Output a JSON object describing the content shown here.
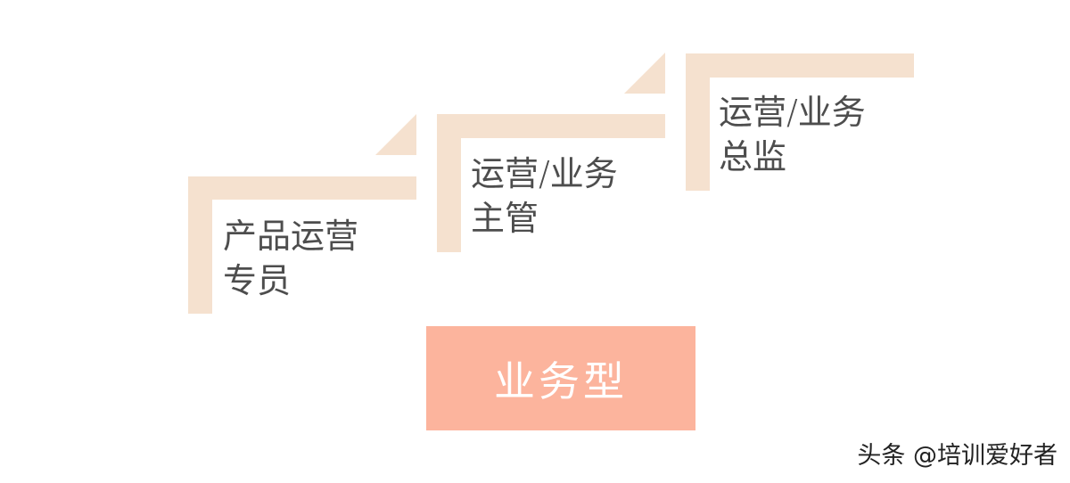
{
  "steps": [
    {
      "line1": "产品运营",
      "line2": "专员"
    },
    {
      "line1": "运营/业务",
      "line2": "主管"
    },
    {
      "line1": "运营/业务",
      "line2": "总监"
    }
  ],
  "type_box": {
    "label": "业务型"
  },
  "watermark": "头条 @培训爱好者",
  "colors": {
    "bracket": "#f5e1cf",
    "type_box": "#fcb49d",
    "label_text": "#4d4d4d"
  }
}
